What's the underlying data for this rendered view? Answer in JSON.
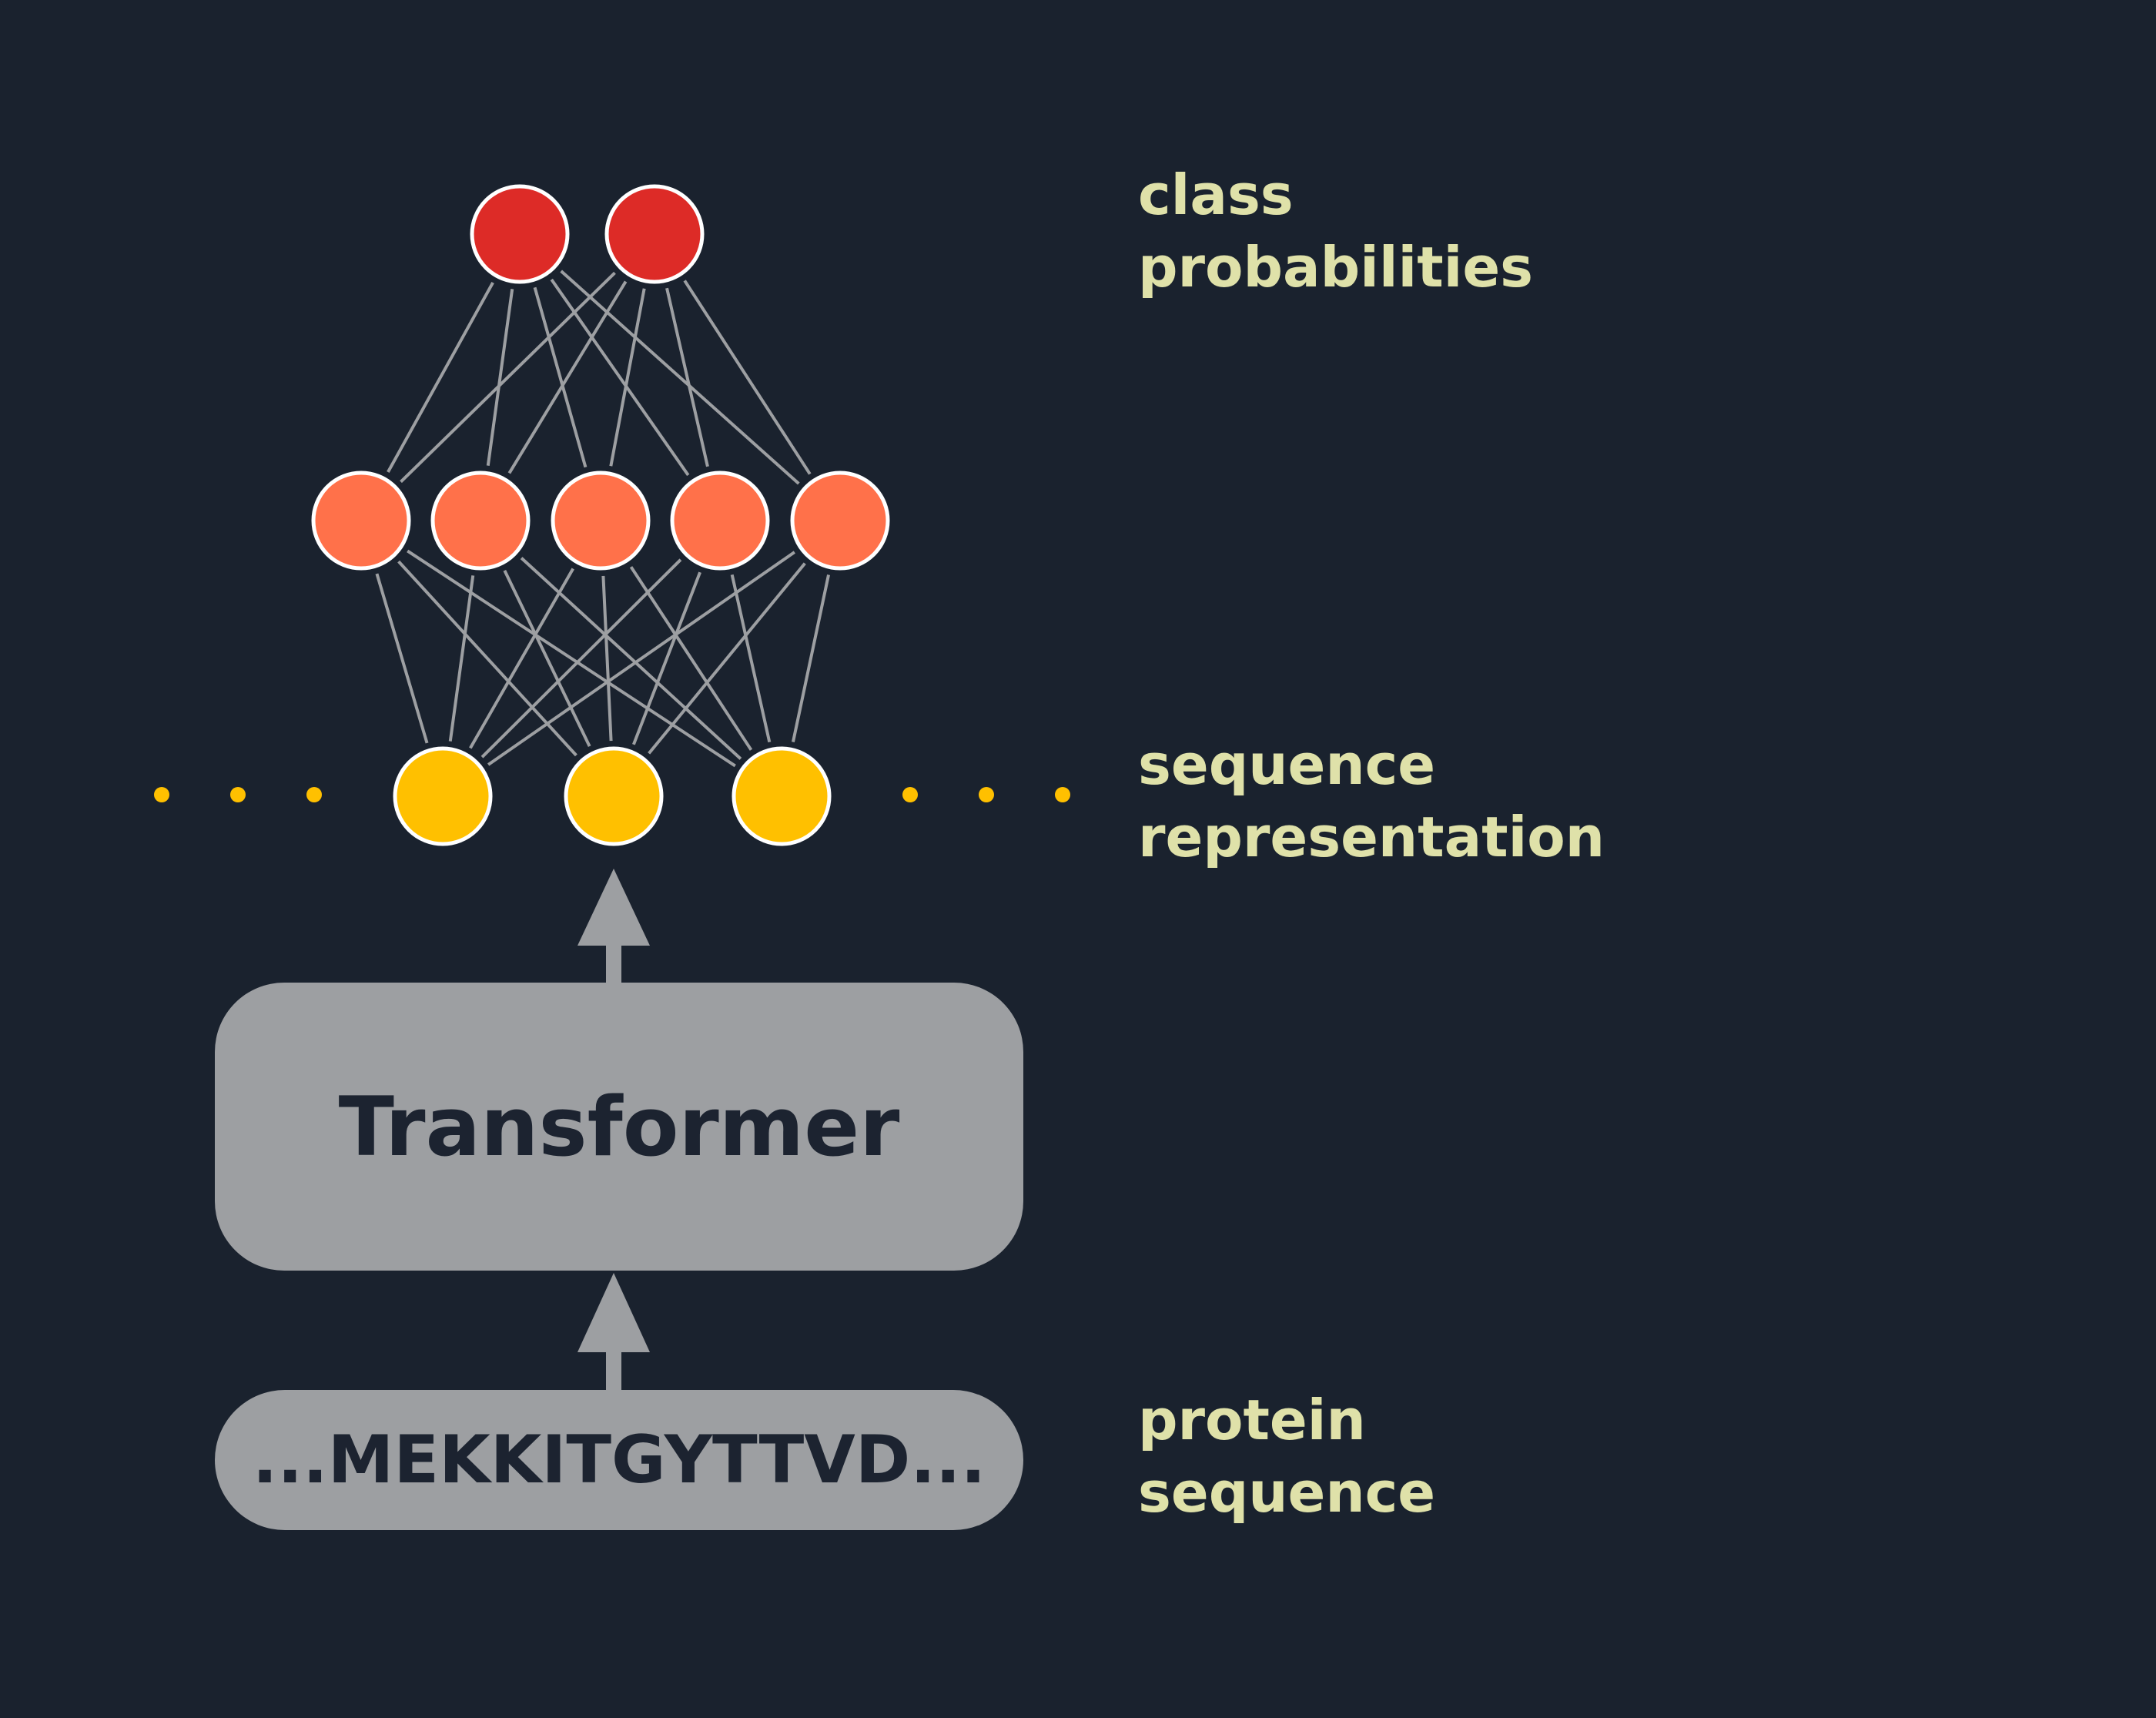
{
  "diagram": {
    "labels": {
      "class_probabilities": [
        "class",
        "probabilities"
      ],
      "sequence_representation": [
        "sequence",
        "representation"
      ],
      "protein_sequence": [
        "protein",
        "sequence"
      ]
    },
    "boxes": {
      "transformer": "Transformer",
      "input_sequence": "...MEKKITGYTTVD..."
    },
    "layers": {
      "output": {
        "count": 2,
        "color": "#dd2b27"
      },
      "hidden": {
        "count": 5,
        "color": "#ff714a"
      },
      "representation": {
        "count": 3,
        "color": "#ffc000"
      }
    },
    "colors": {
      "background": "#1a222e",
      "box": "#9d9fa2",
      "label": "#dfe1a9",
      "connection": "#9d9fa2",
      "node_outline": "#ffffff",
      "ellipsis_dots": "#ffc000"
    }
  }
}
